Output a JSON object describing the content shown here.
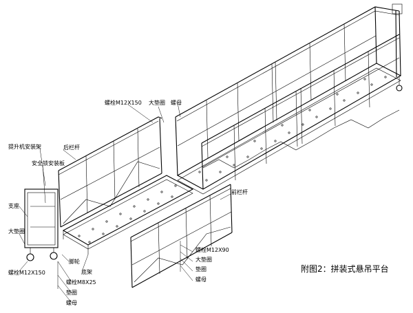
{
  "labels": {
    "bolt_m12x150_top": "螺栓M12X150",
    "big_washer_top": "大垫圈",
    "nut_top": "螺母",
    "hoist_mount": "提升机安装架",
    "rear_rail": "后栏杆",
    "safety_lock_plate": "安全锁安装板",
    "support": "支座",
    "big_washer_left": "大垫圈",
    "bolt_m12x150_left": "螺栓M12X150",
    "caster": "脚轮",
    "bolt_m8x25": "螺栓M8X25",
    "washer_left": "垫圈",
    "nut_left": "螺母",
    "base_frame": "底架",
    "front_rail": "前栏杆",
    "bolt_m12x90": "螺栓M12X90",
    "big_washer_mid": "大垫圈",
    "washer_mid": "垫圈",
    "nut_mid": "螺母"
  },
  "caption": "附图2：拼装式悬吊平台"
}
